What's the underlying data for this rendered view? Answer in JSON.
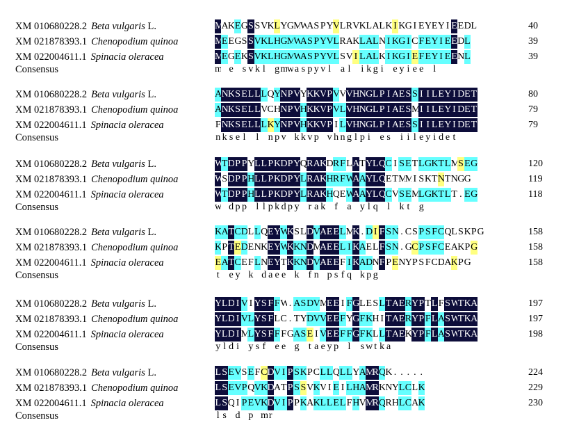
{
  "species": [
    {
      "accession": "XM 010680228.2",
      "name": "Beta vulgaris",
      "author": "L."
    },
    {
      "accession": "XM 021878393.1",
      "name": "Chenopodium quinoa",
      "author": ""
    },
    {
      "accession": "XM 022004611.1",
      "name": "Spinacia oleracea",
      "author": ""
    }
  ],
  "consensus_label": "Consensus",
  "colors": {
    "identical": "#0d0d3a",
    "similar": "#66ffff",
    "partial": "#ffff80"
  },
  "blocks": [
    {
      "seqs": [
        "MAKEGSSVKLYGMWASPYVLRVKLALKIKGIEYEYIEEDL",
        "MEEGSSVKLHGMWASPYVLRAKLALNIKGICFEYIEEDL",
        "MEGEKSVKLHGMWASPYVLSVILALKIKGIEFEYIEENL"
      ],
      "numbers": [
        "40",
        "39",
        "39"
      ],
      "consensus": "m e svkl gmwaspyvl al ikgi eyiee l"
    },
    {
      "seqs": [
        "ANKSELLLQYNPVYKKVPVVVHNGLPIAESSIILEYIDET",
        "ANKSELLVCHNPVHKKVPVLVHNGLPIAESMIILEYIDET",
        "FNKSELLLKYNPVHKKVPILVHNGLPIAESSIILEYIDET"
      ],
      "numbers": [
        "80",
        "79",
        "79"
      ],
      "consensus": "nksel l npv kkvp vhnglpi es iileyidet"
    },
    {
      "seqs": [
        "WTDPPYLLPKDPYQRAKDRFLATYLQCISETLGKTLMSEG",
        "WSDPPHLLPKDPYLRAKHRFWAAYLQETMMISKTNTNGG",
        "WTDPPHLLPKDPYLRAKHQEWAAYLQCVSEMLGKTLT.EG"
      ],
      "numbers": [
        "120",
        "119",
        "118"
      ],
      "consensus": "w dpp llpkdpy rak f a ylq l kt g"
    },
    {
      "seqs": [
        "KATCDLLQEYWKSLDVAEELMK.DIFSN.CSPSFCQLSKPG",
        "KPTEDENKEYWKKNDMAEELIKAELFSN.GCPSFCEAKPG",
        "EATCEFLNEYTKKNDVAEEFIKADNFPENYPSFCDAKPG"
      ],
      "numbers": [
        "158",
        "158",
        "158"
      ],
      "consensus": "t ey k daee k fn psfq kpg"
    },
    {
      "seqs": [
        "YLDIVIYSFFW.ASDVMEEIFGLESLTAERYPTLFSWTKA",
        "YLDIVLYSFLC.TYDVVEEFYGFKHITAERYPFLASWTKA",
        "YLDIMLYSFFFGASEIVEEFFGFKLLTAEKYPFLASWTKA"
      ],
      "numbers": [
        "197",
        "197",
        "198"
      ],
      "consensus": "yldi ysf ee g taeyp l swtka"
    },
    {
      "seqs": [
        "LSEVSEFCDVIPSKPCLLQLLYAMRQK.....",
        "LSEVPQVKDATPSSVKVIEILHAMRKNYLCLK",
        "LSQIPEVKDVIPPKAKLLELFHVMRQRHLCAK"
      ],
      "numbers": [
        "224",
        "229",
        "230"
      ],
      "consensus": "ls d p mr"
    }
  ]
}
